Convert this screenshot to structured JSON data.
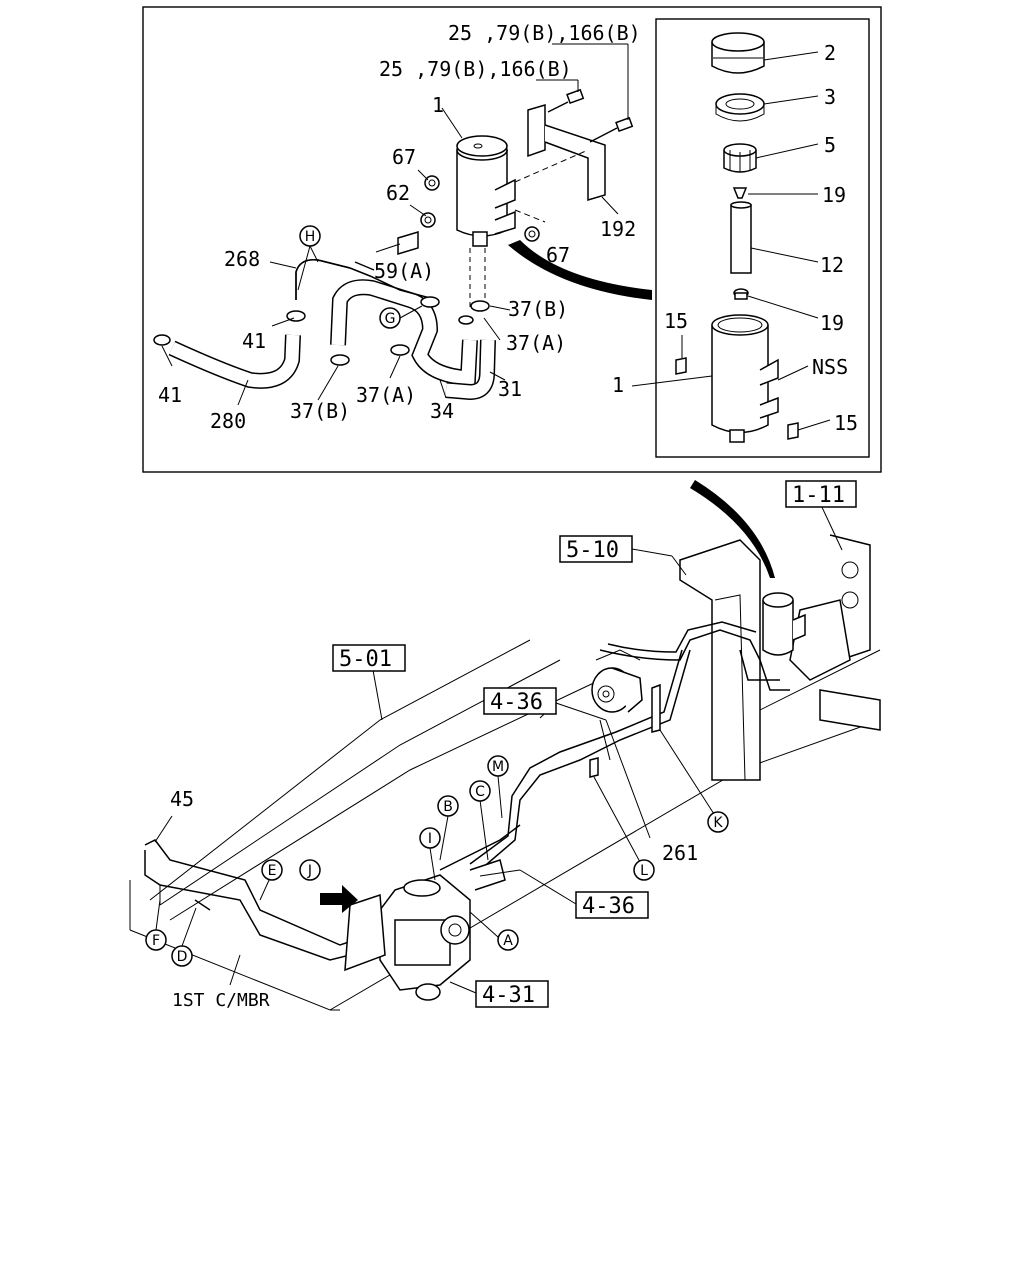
{
  "inset_labels": {
    "top_ref_1": "25 ,79(B),166(B)",
    "top_ref_2": "25 ,79(B),166(B)",
    "part_1_top": "1",
    "part_67_a": "67",
    "part_62": "62",
    "part_67_b": "67",
    "part_192": "192",
    "part_268": "268",
    "part_59a": "59(A)",
    "part_37b_a": "37(B)",
    "part_37a_a": "37(A)",
    "part_41_a": "41",
    "part_41_b": "41",
    "part_280": "280",
    "part_37b_b": "37(B)",
    "part_37a_b": "37(A)",
    "part_34": "34",
    "part_31": "31",
    "part_1_side": "1",
    "circle_h": "H",
    "circle_g": "G"
  },
  "exploded_labels": {
    "part_2": "2",
    "part_3": "3",
    "part_5": "5",
    "part_19_a": "19",
    "part_12": "12",
    "part_19_b": "19",
    "part_15_a": "15",
    "part_nss": "NSS",
    "part_15_b": "15"
  },
  "main_labels": {
    "ref_1_11": "1-11",
    "ref_5_10": "5-10",
    "ref_5_01": "5-01",
    "ref_4_36_a": "4-36",
    "ref_4_36_b": "4-36",
    "ref_4_31": "4-31",
    "part_45": "45",
    "part_261": "261",
    "member_label": "1ST C/MBR",
    "circle_m": "M",
    "circle_c": "C",
    "circle_b": "B",
    "circle_i": "I",
    "circle_e": "E",
    "circle_j": "J",
    "circle_a": "A",
    "circle_f": "F",
    "circle_d": "D",
    "circle_k": "K",
    "circle_l": "L"
  }
}
